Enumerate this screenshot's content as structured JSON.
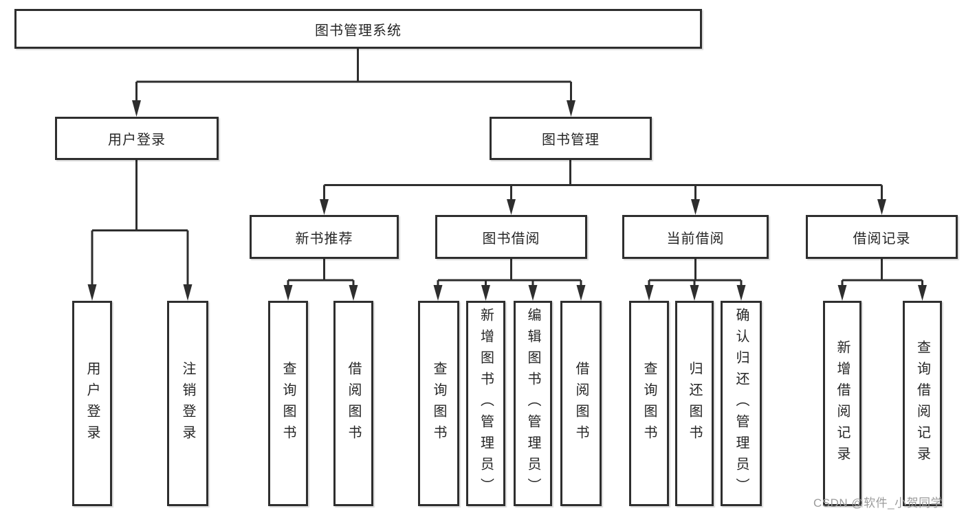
{
  "diagram": {
    "root": {
      "label": "图书管理系统"
    },
    "branches": [
      {
        "label": "用户登录",
        "children": [
          {
            "label": "用户登录"
          },
          {
            "label": "注销登录"
          }
        ]
      },
      {
        "label": "图书管理",
        "children": [
          {
            "label": "新书推荐",
            "children": [
              {
                "label": "查询图书"
              },
              {
                "label": "借阅图书"
              }
            ]
          },
          {
            "label": "图书借阅",
            "children": [
              {
                "label": "查询图书"
              },
              {
                "label": "新增图书（管理员）"
              },
              {
                "label": "编辑图书（管理员）"
              },
              {
                "label": "借阅图书"
              }
            ]
          },
          {
            "label": "当前借阅",
            "children": [
              {
                "label": "查询图书"
              },
              {
                "label": "归还图书"
              },
              {
                "label": "确认归还（管理员）"
              }
            ]
          },
          {
            "label": "借阅记录",
            "children": [
              {
                "label": "新增借阅记录"
              },
              {
                "label": "查询借阅记录"
              }
            ]
          }
        ]
      }
    ]
  },
  "watermark": {
    "text": "CSDN @软件_小贺同学"
  },
  "colors": {
    "line": "#2e2e2e",
    "box_border": "#2e2e2e",
    "text": "#262626",
    "watermark": "#9b9b9b",
    "background": "#ffffff"
  }
}
